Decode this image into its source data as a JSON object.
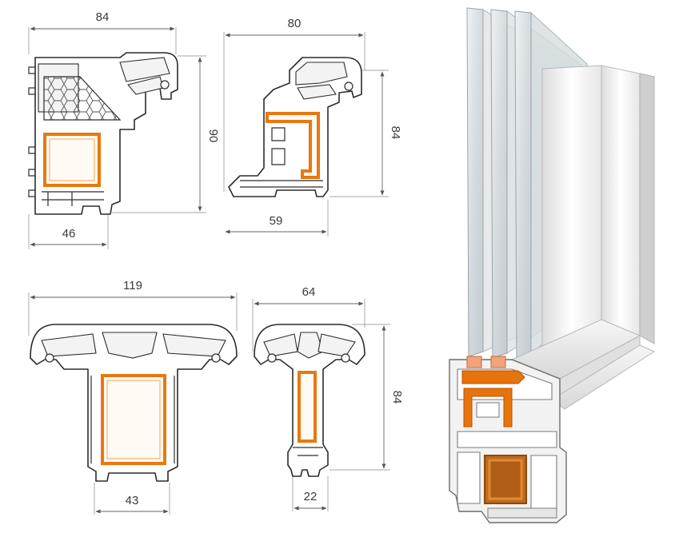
{
  "colors": {
    "profile_outline": "#2c2c2c",
    "steel_reinforcement": "#e87810",
    "glass": "#d7dde0",
    "dimension_line": "#666666",
    "background": "#ffffff"
  },
  "sections": [
    {
      "id": "frame-sash",
      "dims": {
        "top": "84",
        "right": "90",
        "bottom": "46"
      }
    },
    {
      "id": "sash",
      "dims": {
        "top": "80",
        "right": "84",
        "bottom": "59"
      }
    },
    {
      "id": "mullion",
      "dims": {
        "top": "119",
        "bottom": "43"
      }
    },
    {
      "id": "impost",
      "dims": {
        "top": "64",
        "right": "84",
        "bottom": "22"
      }
    }
  ],
  "render": {
    "subject": "3d-window-corner-cutaway",
    "glazing_panes": 3
  }
}
